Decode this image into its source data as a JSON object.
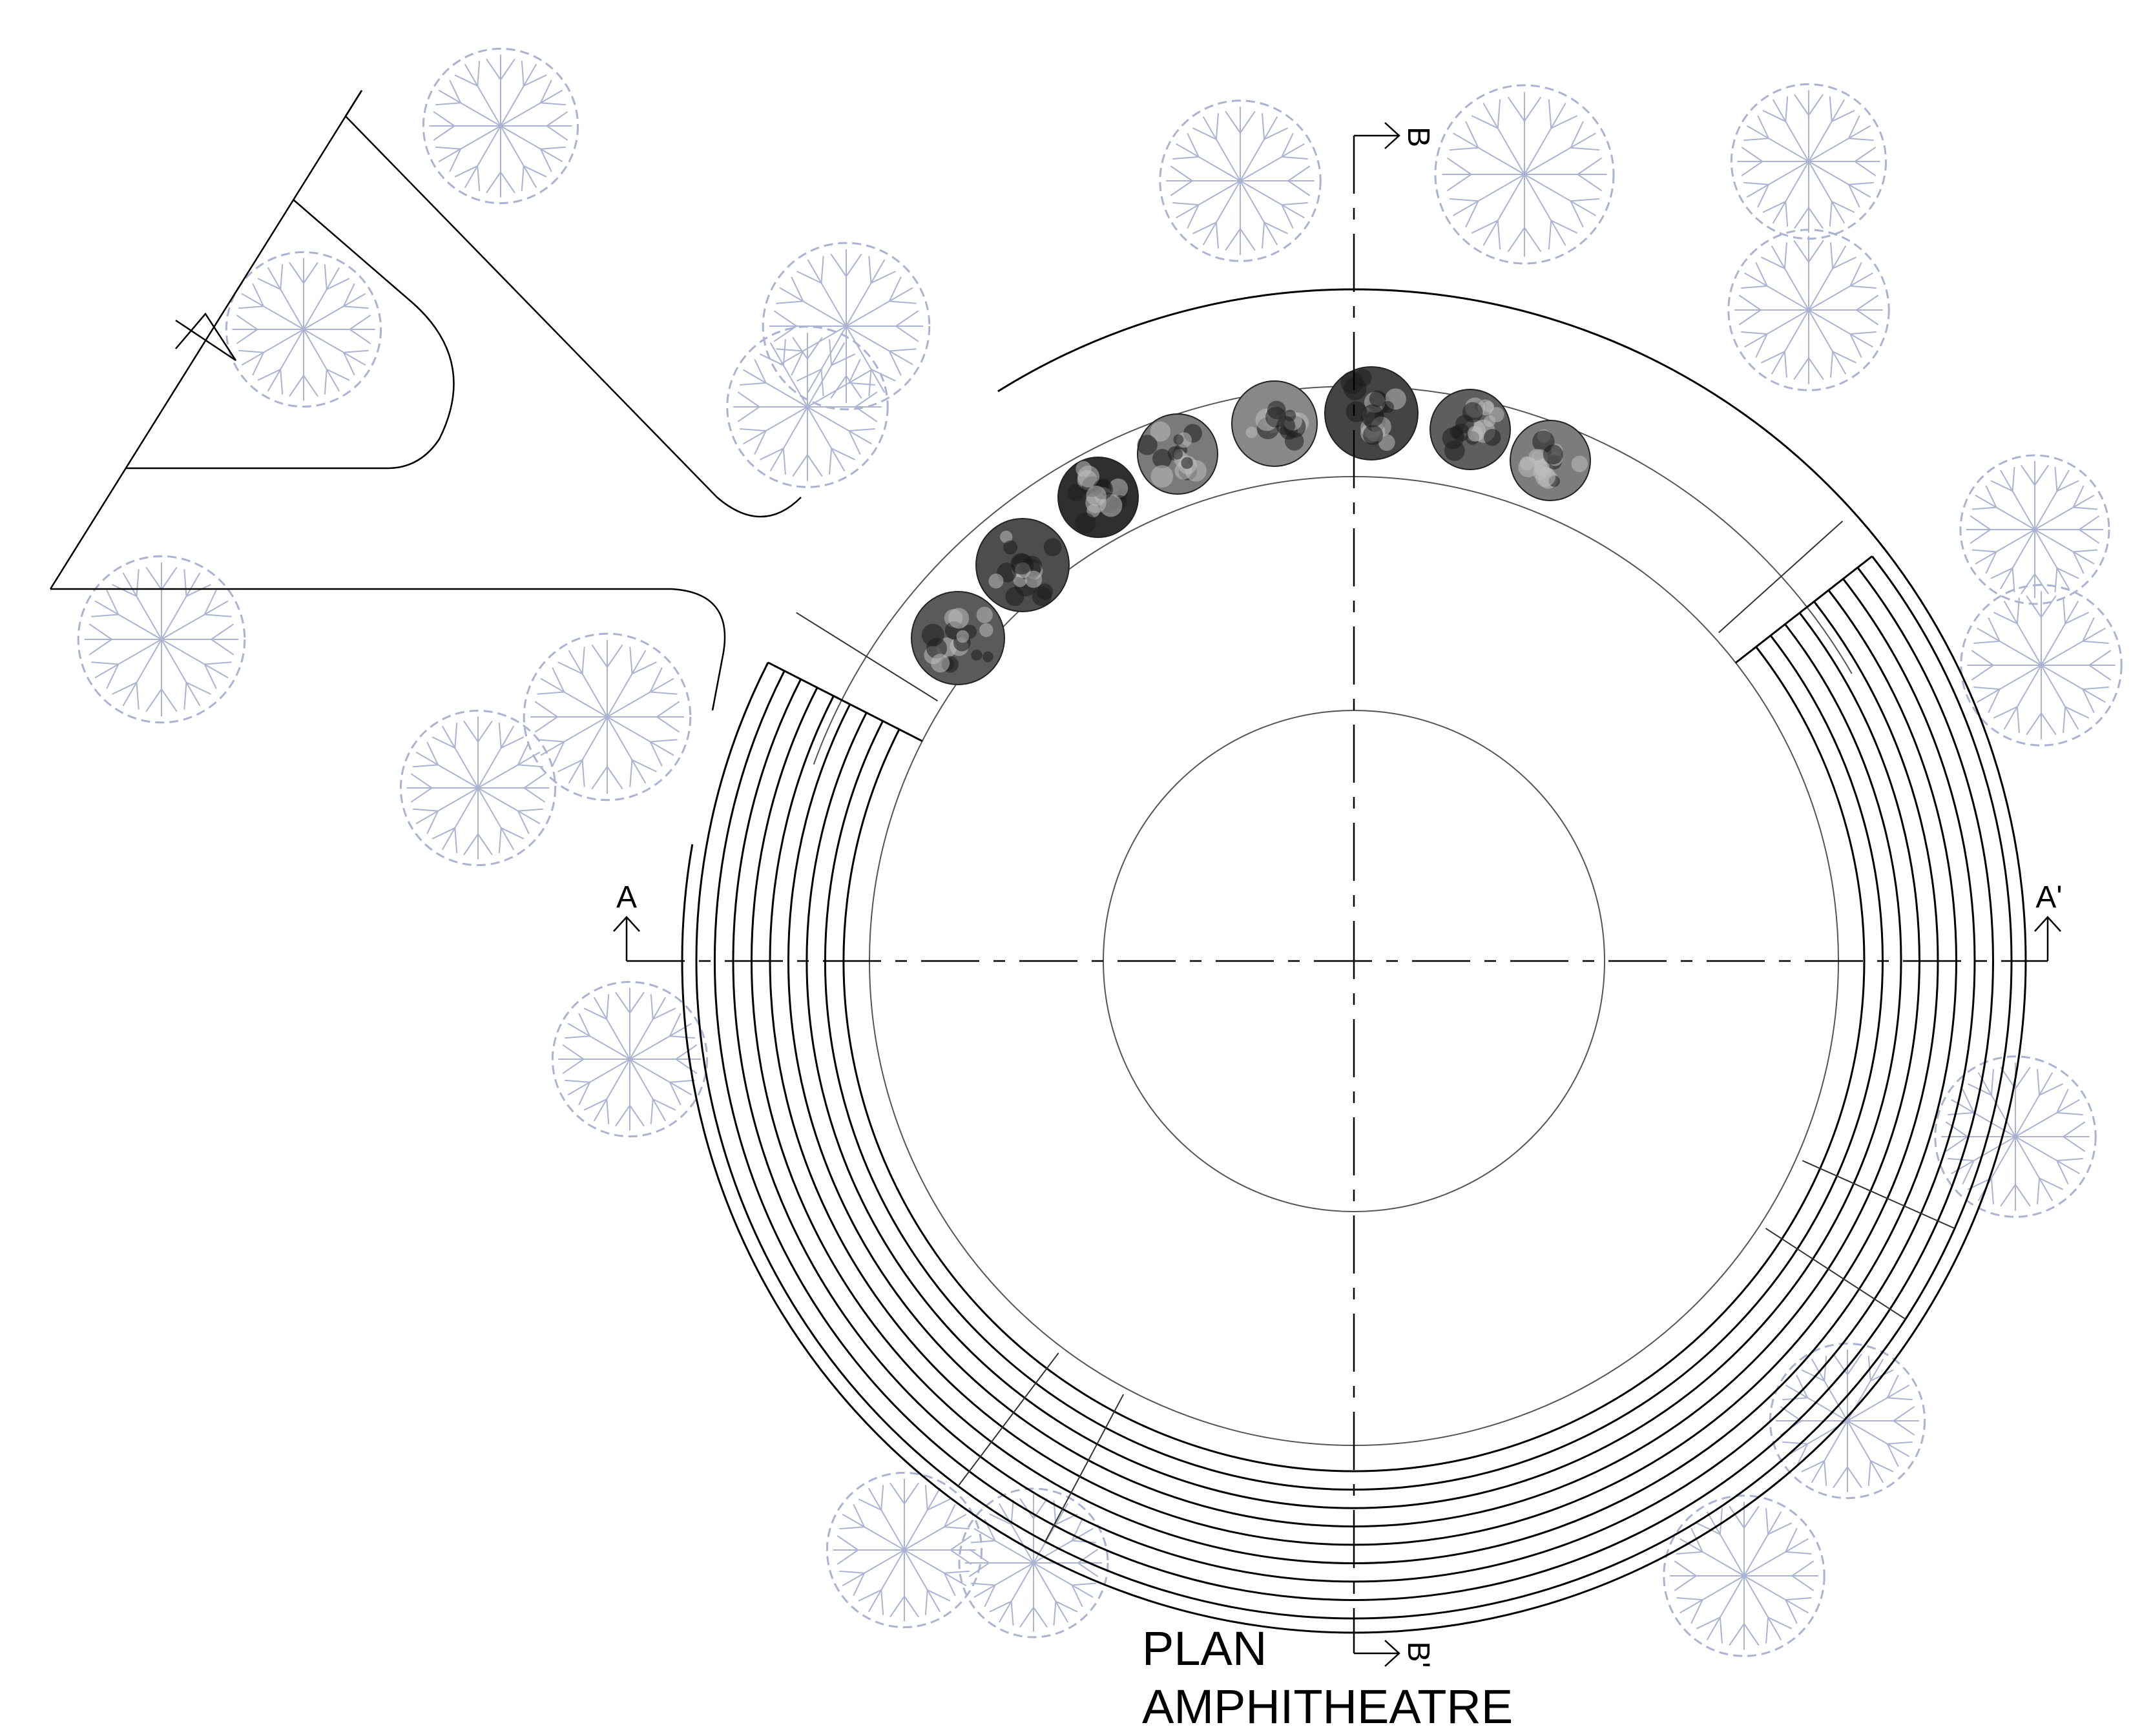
{
  "drawing": {
    "title_line1": "PLAN",
    "title_line2": "AMPHITHEATRE"
  },
  "section_markers": {
    "a_start": "A",
    "a_end": "A'",
    "b_start": "B",
    "b_end": "B'"
  },
  "colors": {
    "line": "#000000",
    "tree_outline": "#aab4d2",
    "shrub_dark": "#3a3a3a",
    "shrub_mid": "#6e6e6e",
    "shrub_light": "#a8a8a8"
  },
  "icons": {
    "tree": "tree-plan-icon",
    "shrub": "shrub-plan-icon",
    "arrow": "section-arrow-icon"
  }
}
